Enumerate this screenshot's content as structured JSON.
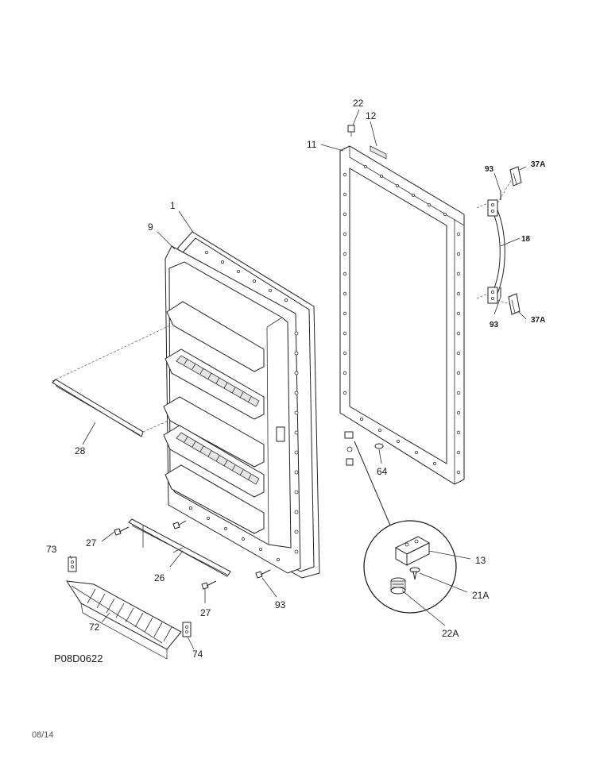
{
  "drawing_code": "P08D0622",
  "revision": "08/14",
  "callouts": {
    "c1": "1",
    "c9": "9",
    "c28": "28",
    "c27a": "27",
    "c27b": "27",
    "c26": "26",
    "c73": "73",
    "c72": "72",
    "c74": "74",
    "c93a": "93",
    "c22": "22",
    "c12": "12",
    "c11": "11",
    "c64": "64",
    "c93b": "93",
    "c37a": "37A",
    "c18": "18",
    "c93c": "93",
    "c37b": "37A",
    "c13": "13",
    "c21a": "21A",
    "c22a": "22A"
  }
}
